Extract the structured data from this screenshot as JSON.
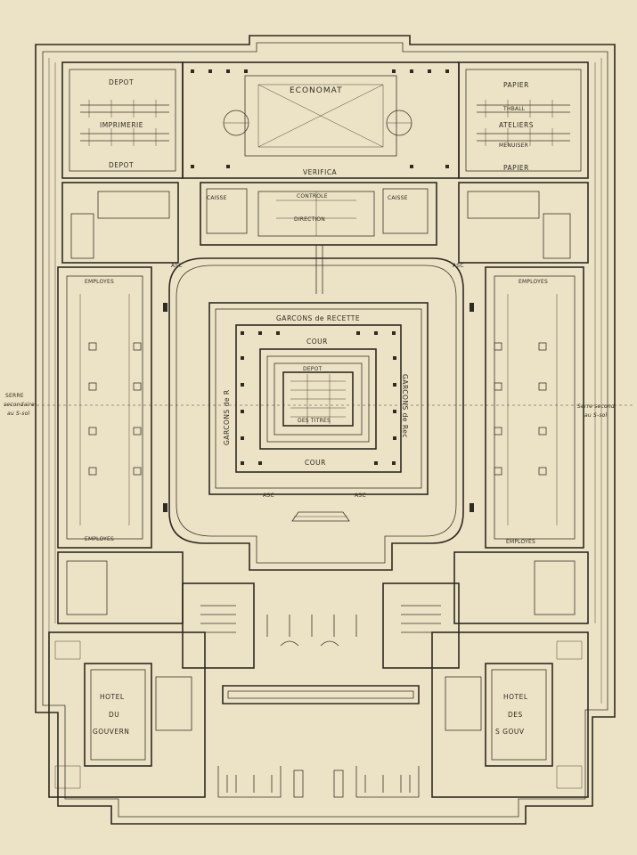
{
  "labels": {
    "depot_top": "DEPOT",
    "imprimerie": "IMPRIMERIE",
    "depot_left": "DEPOT",
    "economat": "ECONOMAT",
    "verifica": "VERIFICA",
    "papier_top": "PAPIER",
    "thball": "THBALL",
    "ateliers": "ATELIERS",
    "menuiserie": "MENUISER",
    "papier_bottom": "PAPIER",
    "caisse_left": "CAISSE",
    "caisse_right": "CAISSE",
    "controle": "CONTROLE",
    "direction": "DIRECTION",
    "asc_top_left": "ASC",
    "asc_top_right": "ASC",
    "employes_top_left": "EMPLOYES",
    "employes_top_right": "EMPLOYES",
    "garcons_recette": "GARCONS de RECETTE",
    "cour_top": "COUR",
    "depot_center": "DEPOT",
    "des_titres": "DES TITRES",
    "cour_bottom": "COUR",
    "garcons_left": "GARCONS de R",
    "garcons_right": "GARCONS de Rec",
    "asc_center_left": "ASC",
    "asc_center_right": "ASC",
    "employes_bottom_left": "EMPLOYES",
    "employes_bottom_right": "EMPLOYES",
    "serre_left_1": "SERRE",
    "serre_left_2": "secondaire",
    "serre_left_3": "au S-sol",
    "serre_right_1": "Serre second",
    "serre_right_2": "au S-sol",
    "hotel_left_1": "HOTEL",
    "hotel_left_2": "DU",
    "hotel_left_3": "GOUVERN",
    "hotel_right_1": "HOTEL",
    "hotel_right_2": "DES",
    "hotel_right_3": "S GOUV"
  }
}
